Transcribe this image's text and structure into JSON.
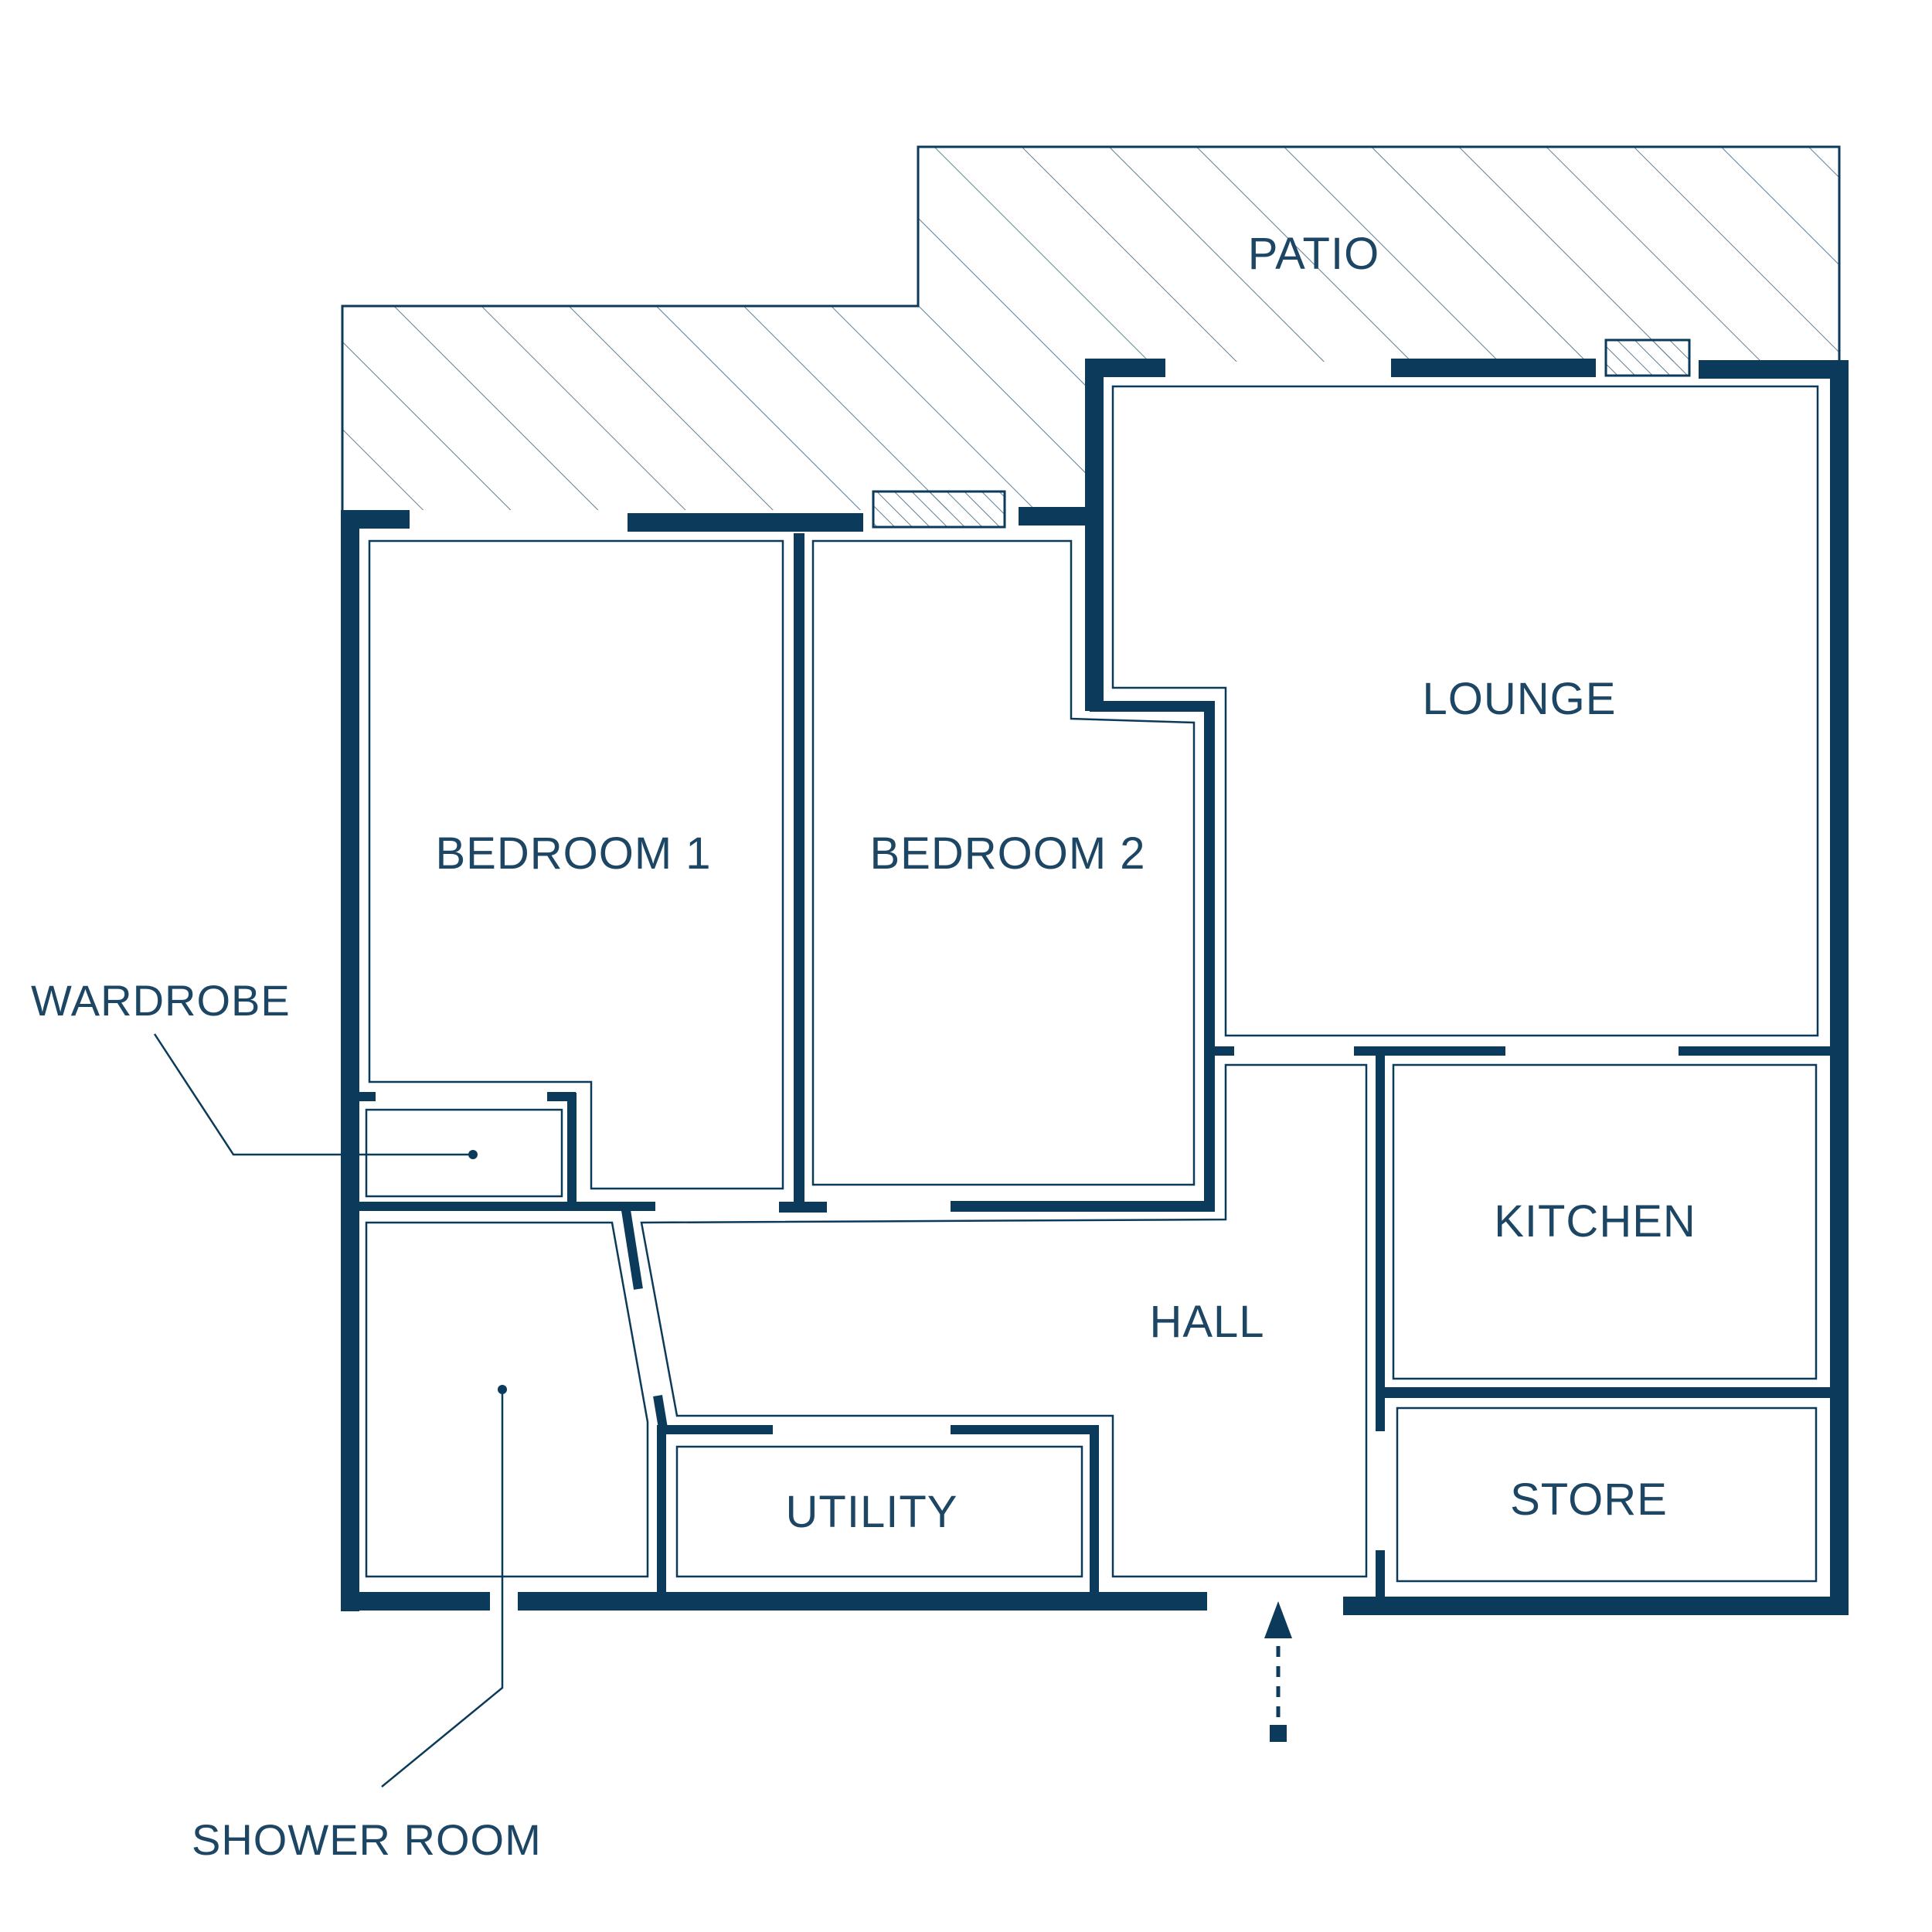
{
  "colors": {
    "wall": "#0b3a5a",
    "line": "#0b3a5a",
    "text": "#1c4663",
    "hatch": "#5f7f96",
    "background": "#ffffff"
  },
  "rooms": {
    "patio": "PATIO",
    "lounge": "LOUNGE",
    "bedroom1": "BEDROOM 1",
    "bedroom2": "BEDROOM 2",
    "kitchen": "KITCHEN",
    "hall": "HALL",
    "store": "STORE",
    "utility": "UTILITY"
  },
  "callouts": {
    "wardrobe": "WARDROBE",
    "shower_room": "SHOWER ROOM"
  },
  "icons": {
    "entrance": "entrance-arrow-icon"
  }
}
